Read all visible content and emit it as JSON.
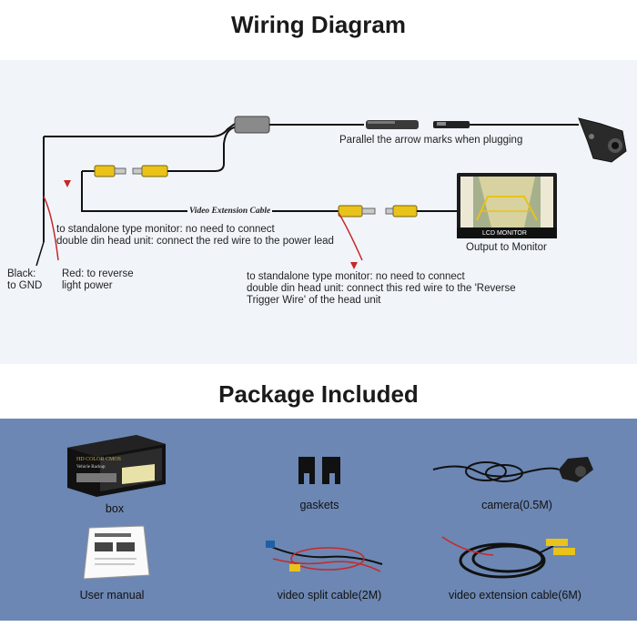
{
  "wiring": {
    "title": "Wiring Diagram",
    "arrow_note": "Parallel the arrow marks when plugging",
    "cable_label": "Video Extension Cable",
    "monitor_label": "LCD MONITOR",
    "output_label": "Output to Monitor",
    "note_top": "to standalone type monitor: no need to connect\ndouble din head unit: connect the red wire to the power lead",
    "black_label": "Black:\nto GND",
    "red_label": "Red: to reverse\nlight power",
    "note_bottom": "to standalone type monitor: no need to connect\ndouble din head unit: connect this red wire to the 'Reverse\nTrigger Wire' of the head unit"
  },
  "package": {
    "title": "Package Included",
    "items": [
      {
        "label": "box",
        "icon": "box-icon"
      },
      {
        "label": "gaskets",
        "icon": "gaskets-icon"
      },
      {
        "label": "camera(0.5M)",
        "icon": "camera-icon"
      },
      {
        "label": "User manual",
        "icon": "manual-icon"
      },
      {
        "label": "video split cable(2M)",
        "icon": "split-cable-icon"
      },
      {
        "label": "video extension cable(6M)",
        "icon": "extension-cable-icon"
      }
    ]
  },
  "colors": {
    "diagram_bg": "#f1f5fa",
    "package_bg": "#6c87b3",
    "rca_yellow": "#e9c21a",
    "wire_red": "#c62828",
    "wire_black": "#111111"
  }
}
